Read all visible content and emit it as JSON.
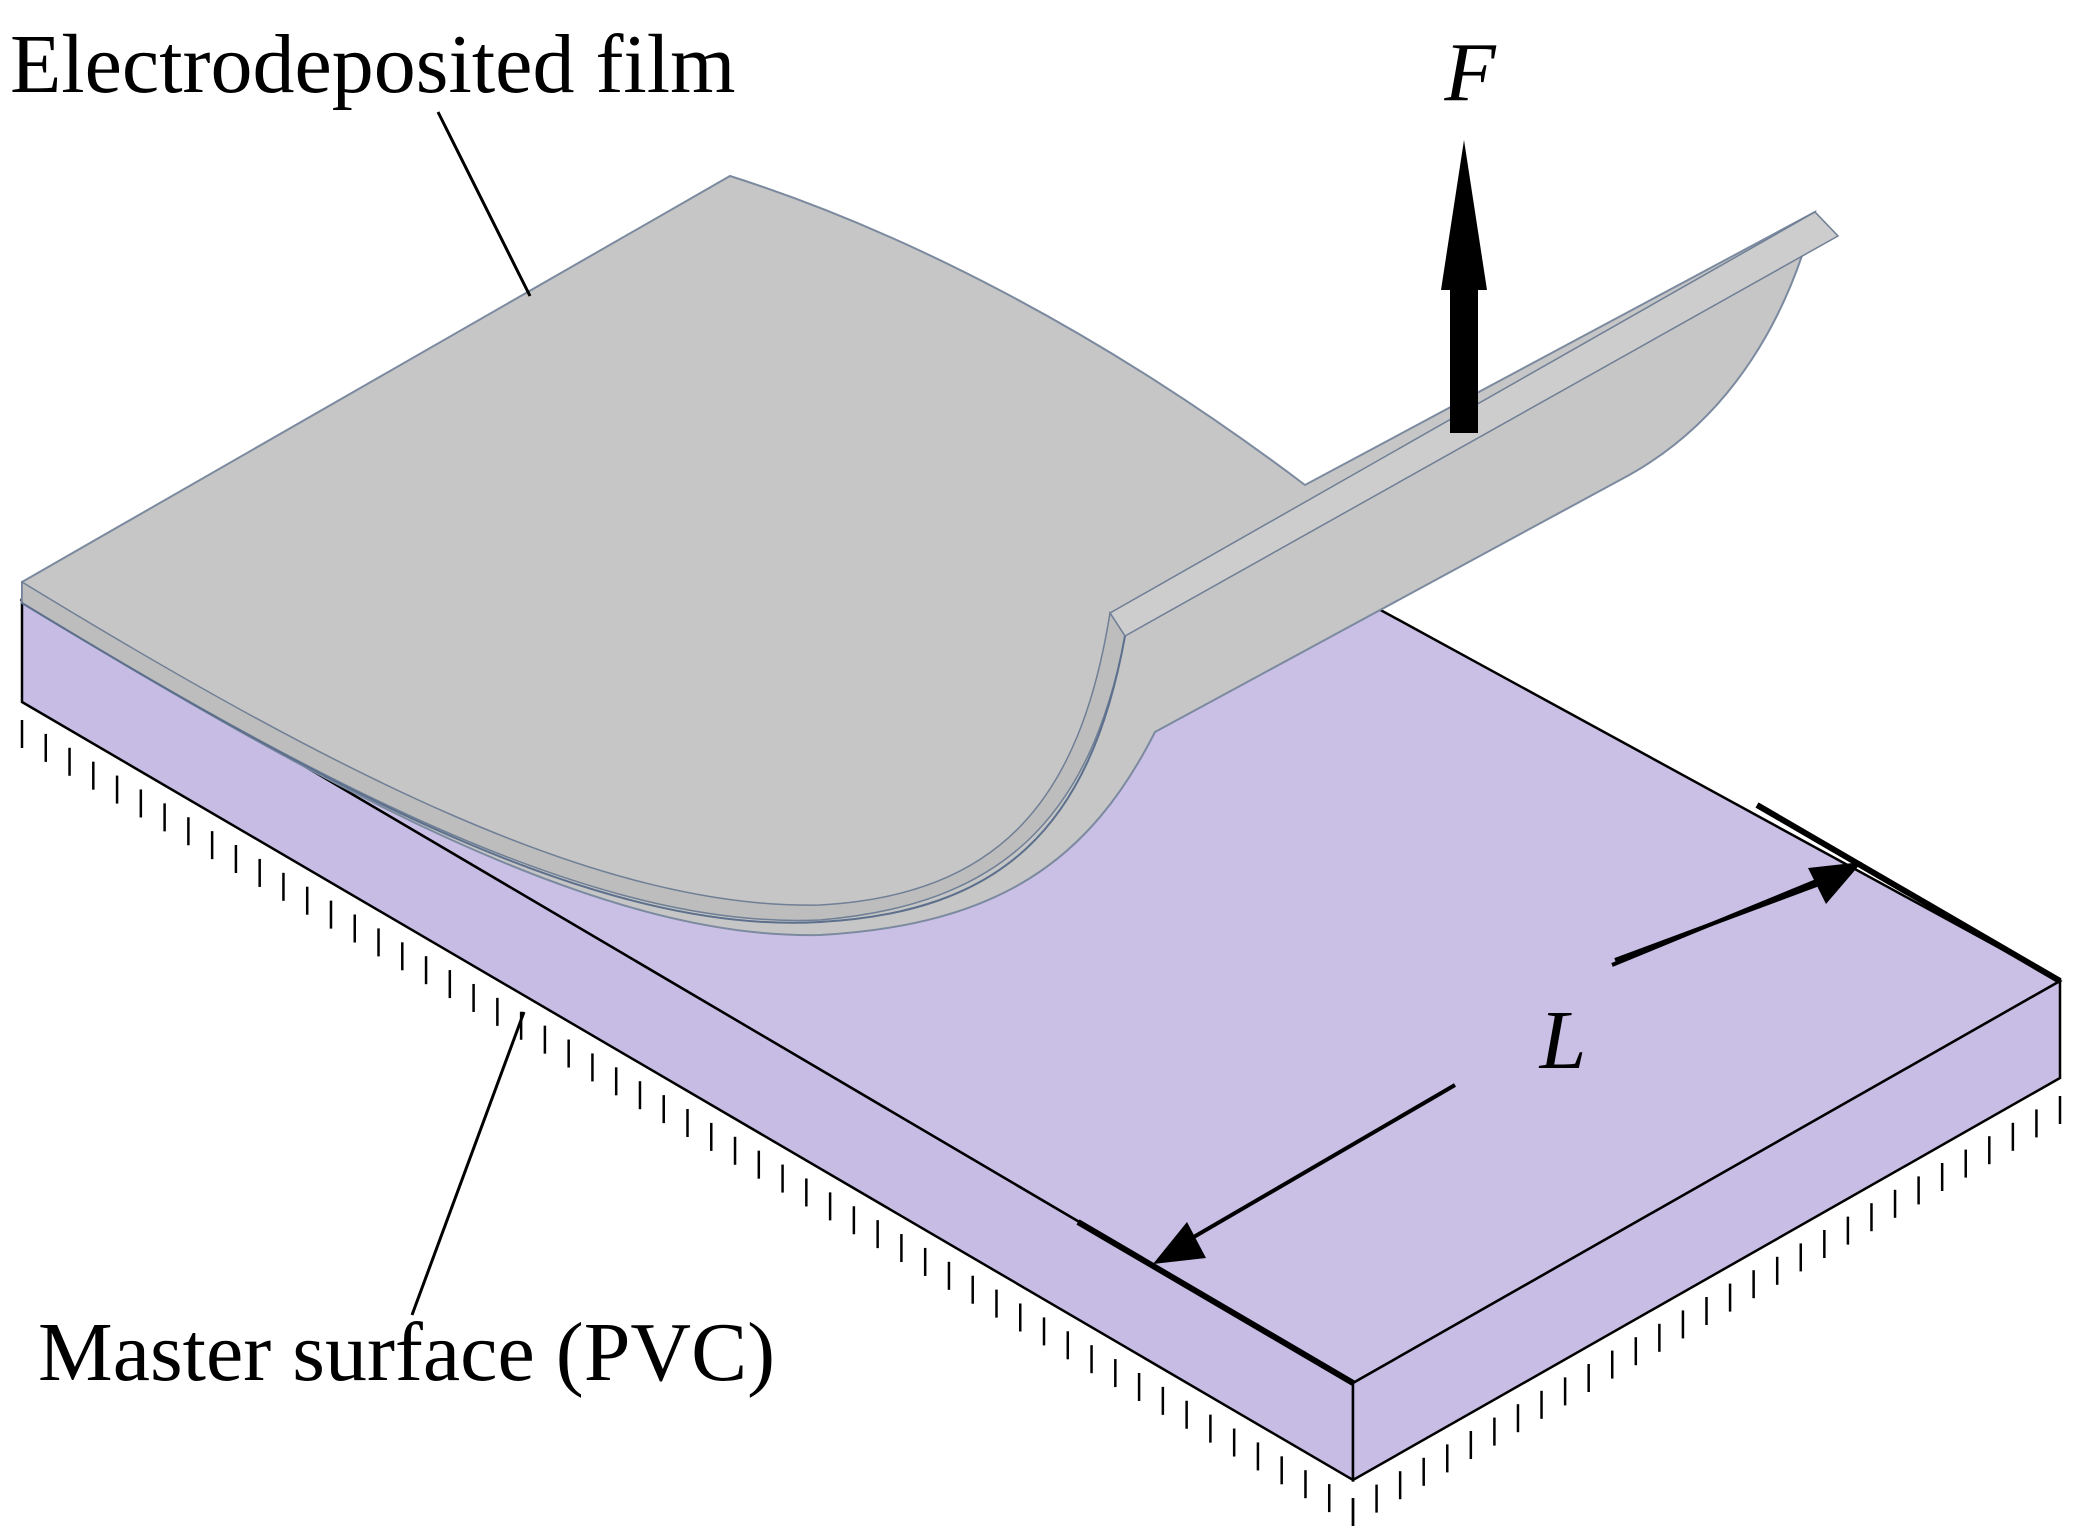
{
  "labels": {
    "film": "Electrodeposited film",
    "master": "Master surface (PVC)",
    "force": "F",
    "length": "L"
  },
  "colors": {
    "film": "#c6c6c6",
    "film_edge": "#b3b3b3",
    "master_top": "#cac0e6",
    "master_side": "#c6bce4",
    "outline": "#000000",
    "background": "#ffffff"
  }
}
